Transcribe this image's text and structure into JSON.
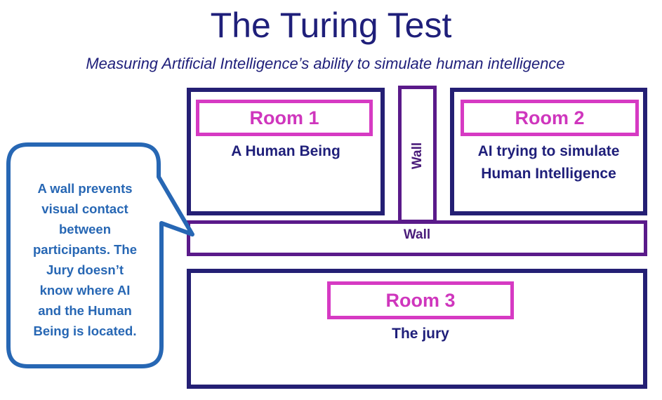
{
  "title": "The Turing Test",
  "subtitle": "Measuring Artificial Intelligence’s ability to simulate human intelligence",
  "rooms": [
    {
      "label": "Room 1",
      "description": "A Human Being"
    },
    {
      "label": "Room 2",
      "description_line1": "AI trying to simulate",
      "description_line2": "Human Intelligence"
    },
    {
      "label": "Room 3",
      "description": "The jury"
    }
  ],
  "walls": {
    "vertical_label": "Wall",
    "horizontal_label": "Wall"
  },
  "callout": {
    "lines": [
      "A wall prevents",
      "visual contact",
      "between",
      "participants. The",
      "Jury doesn’t",
      "know where AI",
      "and the Human",
      "Being is located."
    ]
  },
  "colors": {
    "navy": "#241f74",
    "magenta": "#d63ac3",
    "purple_wall": "#5a1a8a",
    "callout_blue": "#2767b4"
  }
}
